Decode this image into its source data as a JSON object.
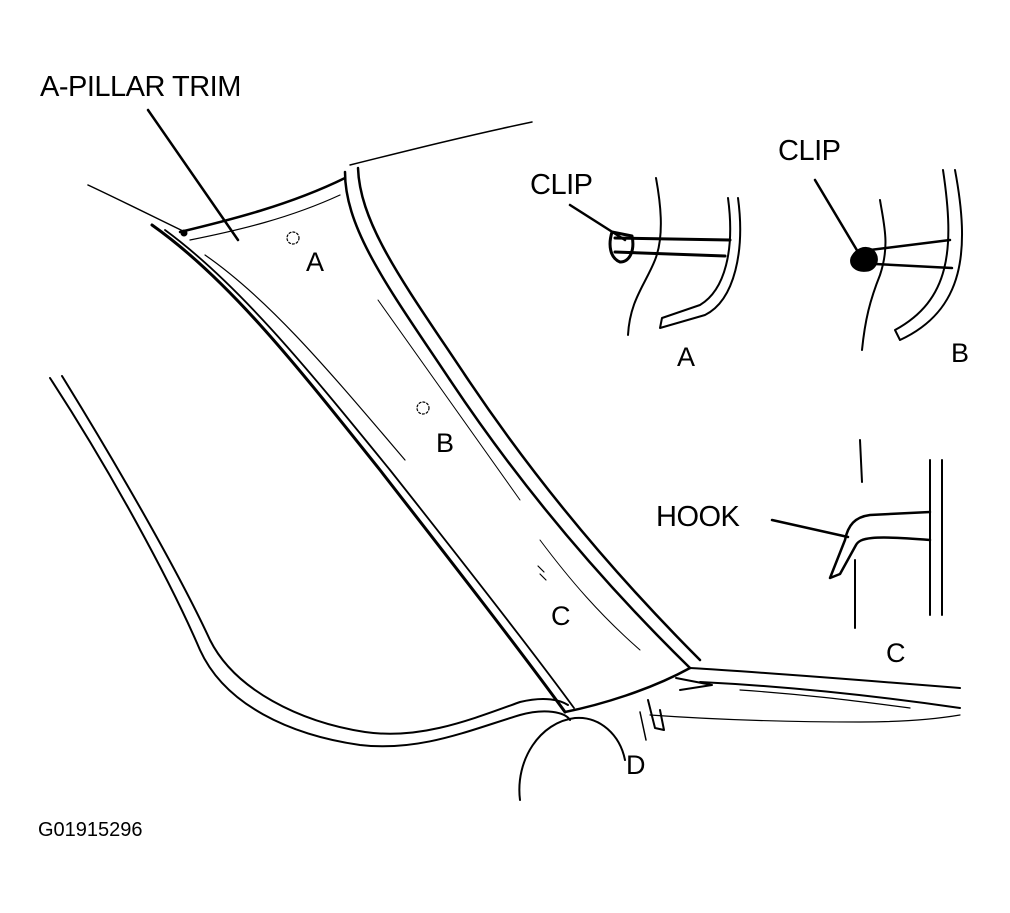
{
  "diagram": {
    "labels": {
      "a_pillar_trim": "A-PILLAR TRIM",
      "point_a": "A",
      "point_b": "B",
      "point_c": "C",
      "point_d": "D",
      "clip_a": "CLIP",
      "clip_b": "CLIP",
      "hook": "HOOK",
      "detail_a": "A",
      "detail_b": "B",
      "detail_c": "C"
    },
    "figure_id": "G01915296"
  }
}
